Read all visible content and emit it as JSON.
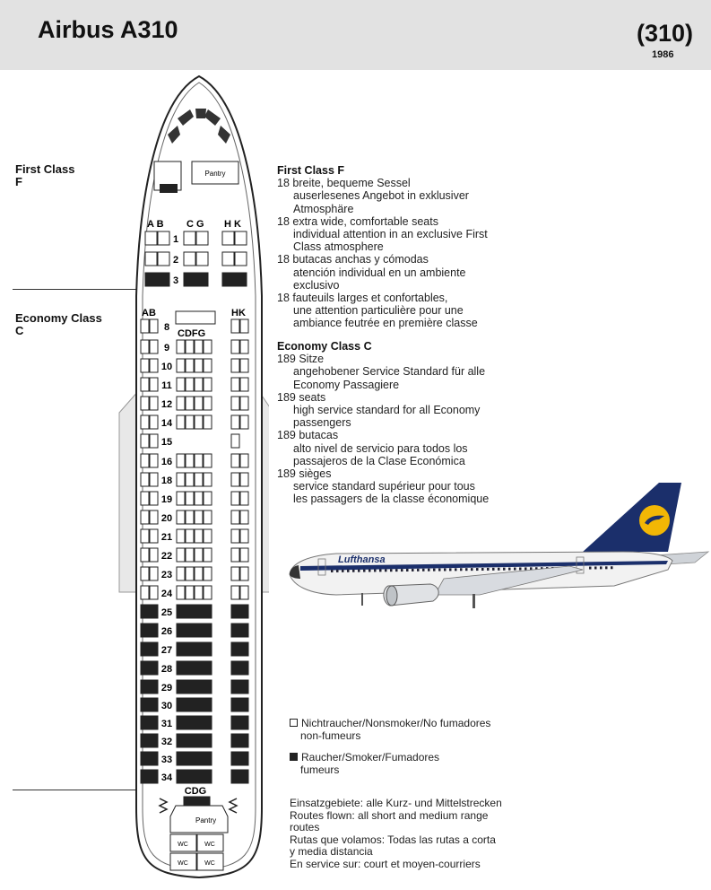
{
  "header": {
    "title": "Airbus A310",
    "code": "(310)",
    "year": "1986"
  },
  "cabin": {
    "first_label": "First Class",
    "first_code": "F",
    "economy_label": "Economy Class",
    "economy_code": "C",
    "pantry": "Pantry",
    "wc": "WC",
    "first_seat_letters": [
      "A B",
      "C G",
      "H K"
    ],
    "economy_side_letters": [
      "AB",
      "HK"
    ],
    "economy_center_letters": "CDFG",
    "rear_letters": "CDG",
    "first_rows": [
      {
        "row": "1",
        "smoker": false
      },
      {
        "row": "2",
        "smoker": false
      },
      {
        "row": "3",
        "smoker": true
      }
    ],
    "economy_rows": [
      {
        "row": "8",
        "smoker": false,
        "center": false
      },
      {
        "row": "9",
        "smoker": false,
        "center": true
      },
      {
        "row": "10",
        "smoker": false,
        "center": true
      },
      {
        "row": "11",
        "smoker": false,
        "center": true
      },
      {
        "row": "12",
        "smoker": false,
        "center": true
      },
      {
        "row": "14",
        "smoker": false,
        "center": true
      },
      {
        "row": "15",
        "smoker": false,
        "center": false
      },
      {
        "row": "16",
        "smoker": false,
        "center": true
      },
      {
        "row": "18",
        "smoker": false,
        "center": true
      },
      {
        "row": "19",
        "smoker": false,
        "center": true
      },
      {
        "row": "20",
        "smoker": false,
        "center": true
      },
      {
        "row": "21",
        "smoker": false,
        "center": true
      },
      {
        "row": "22",
        "smoker": false,
        "center": true
      },
      {
        "row": "23",
        "smoker": false,
        "center": true
      },
      {
        "row": "24",
        "smoker": false,
        "center": true
      },
      {
        "row": "25",
        "smoker": true,
        "center": true
      },
      {
        "row": "26",
        "smoker": true,
        "center": true
      },
      {
        "row": "27",
        "smoker": true,
        "center": true
      },
      {
        "row": "28",
        "smoker": true,
        "center": true
      },
      {
        "row": "29",
        "smoker": true,
        "center": true
      },
      {
        "row": "30",
        "smoker": true,
        "center": true
      },
      {
        "row": "31",
        "smoker": true,
        "center": true
      },
      {
        "row": "32",
        "smoker": true,
        "center": true
      },
      {
        "row": "33",
        "smoker": true,
        "center": true
      },
      {
        "row": "34",
        "smoker": true,
        "center": true
      }
    ]
  },
  "first_desc": {
    "heading": "First Class F",
    "lines": [
      {
        "text": "18 breite, bequeme Sessel",
        "indent": false
      },
      {
        "text": "auserlesenes Angebot in exklusiver",
        "indent": true
      },
      {
        "text": "Atmosphäre",
        "indent": true
      },
      {
        "text": "18 extra wide, comfortable seats",
        "indent": false
      },
      {
        "text": "individual attention in an exclusive First",
        "indent": true
      },
      {
        "text": "Class atmosphere",
        "indent": true
      },
      {
        "text": "18 butacas anchas y cómodas",
        "indent": false
      },
      {
        "text": "atención individual en un ambiente",
        "indent": true
      },
      {
        "text": "exclusivo",
        "indent": true
      },
      {
        "text": "18 fauteuils larges et confortables,",
        "indent": false
      },
      {
        "text": "une attention particulière pour une",
        "indent": true
      },
      {
        "text": "ambiance feutrée en première classe",
        "indent": true
      }
    ]
  },
  "economy_desc": {
    "heading": "Economy Class C",
    "lines": [
      {
        "text": "189 Sitze",
        "indent": false
      },
      {
        "text": "angehobener Service Standard für alle",
        "indent": true
      },
      {
        "text": "Economy Passagiere",
        "indent": true
      },
      {
        "text": "189 seats",
        "indent": false
      },
      {
        "text": "high service standard for all Economy",
        "indent": true
      },
      {
        "text": "passengers",
        "indent": true
      },
      {
        "text": "189 butacas",
        "indent": false
      },
      {
        "text": "alto nivel de servicio para todos los",
        "indent": true
      },
      {
        "text": "passajeros de la Clase Económica",
        "indent": true
      },
      {
        "text": "189 sièges",
        "indent": false
      },
      {
        "text": "service standard supérieur pour tous",
        "indent": true
      },
      {
        "text": "les passagers de la classe économique",
        "indent": true
      }
    ]
  },
  "aircraft": {
    "livery": "Lufthansa",
    "colors": {
      "tail": "#1b2f6b",
      "logo_circle": "#f2b705",
      "cheatline": "#1b2f6b"
    }
  },
  "legend": {
    "nonsmoker_line1": "Nichtraucher/Nonsmoker/No fumadores",
    "nonsmoker_line2": "non-fumeurs",
    "smoker_line1": "Raucher/Smoker/Fumadores",
    "smoker_line2": "fumeurs"
  },
  "routes": [
    "Einsatzgebiete: alle Kurz- und Mittelstrecken",
    "Routes flown: all short and medium range",
    "routes",
    "Rutas que volamos: Todas las rutas a corta",
    "y media distancia",
    "En service sur: court et moyen-courriers"
  ]
}
